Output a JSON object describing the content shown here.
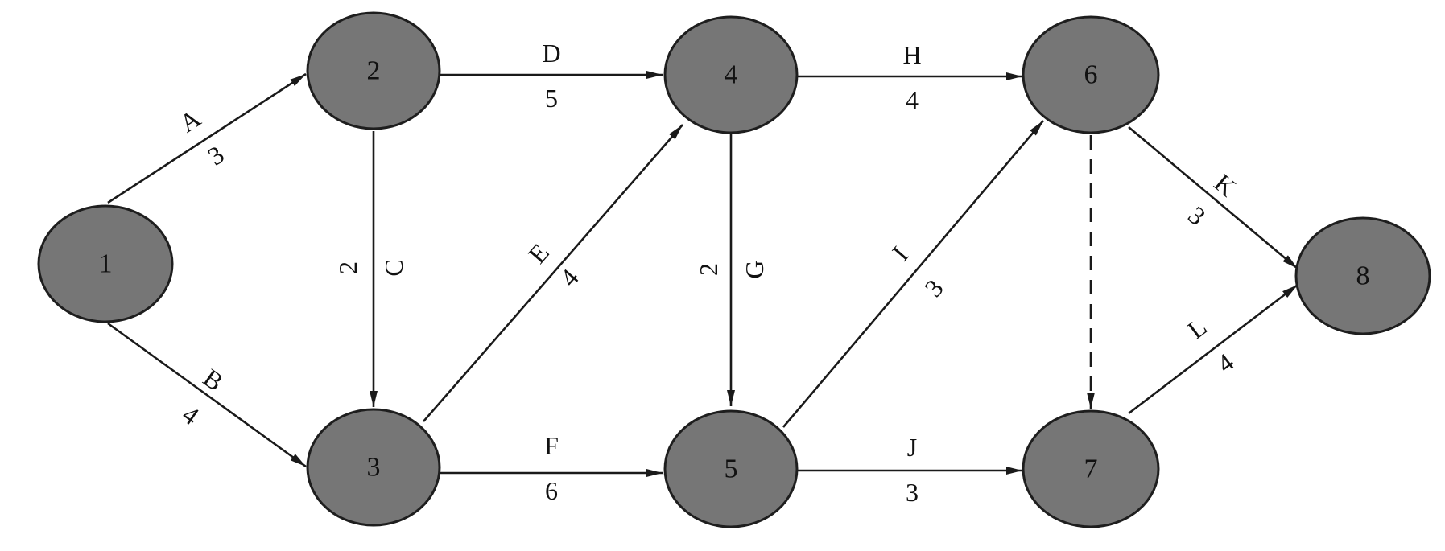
{
  "colors": {
    "node_fill": "#767676",
    "node_stroke": "#1e1e1e",
    "line": "#1a1a1a",
    "text": "#111111"
  },
  "nodes": [
    {
      "id": "1",
      "label": "1"
    },
    {
      "id": "2",
      "label": "2"
    },
    {
      "id": "3",
      "label": "3"
    },
    {
      "id": "4",
      "label": "4"
    },
    {
      "id": "5",
      "label": "5"
    },
    {
      "id": "6",
      "label": "6"
    },
    {
      "id": "7",
      "label": "7"
    },
    {
      "id": "8",
      "label": "8"
    }
  ],
  "edges": [
    {
      "from": "1",
      "to": "2",
      "activity": "A",
      "duration": "3",
      "style": "solid"
    },
    {
      "from": "1",
      "to": "3",
      "activity": "B",
      "duration": "4",
      "style": "solid"
    },
    {
      "from": "2",
      "to": "3",
      "activity": "C",
      "duration": "2",
      "style": "solid"
    },
    {
      "from": "2",
      "to": "4",
      "activity": "D",
      "duration": "5",
      "style": "solid"
    },
    {
      "from": "3",
      "to": "4",
      "activity": "E",
      "duration": "4",
      "style": "solid"
    },
    {
      "from": "3",
      "to": "5",
      "activity": "F",
      "duration": "6",
      "style": "solid"
    },
    {
      "from": "4",
      "to": "5",
      "activity": "G",
      "duration": "2",
      "style": "solid"
    },
    {
      "from": "4",
      "to": "6",
      "activity": "H",
      "duration": "4",
      "style": "solid"
    },
    {
      "from": "5",
      "to": "6",
      "activity": "I",
      "duration": "3",
      "style": "solid"
    },
    {
      "from": "5",
      "to": "7",
      "activity": "J",
      "duration": "3",
      "style": "solid"
    },
    {
      "from": "6",
      "to": "8",
      "activity": "K",
      "duration": "3",
      "style": "solid"
    },
    {
      "from": "7",
      "to": "8",
      "activity": "L",
      "duration": "4",
      "style": "solid"
    },
    {
      "from": "6",
      "to": "7",
      "activity": "",
      "duration": "",
      "style": "dashed"
    }
  ]
}
